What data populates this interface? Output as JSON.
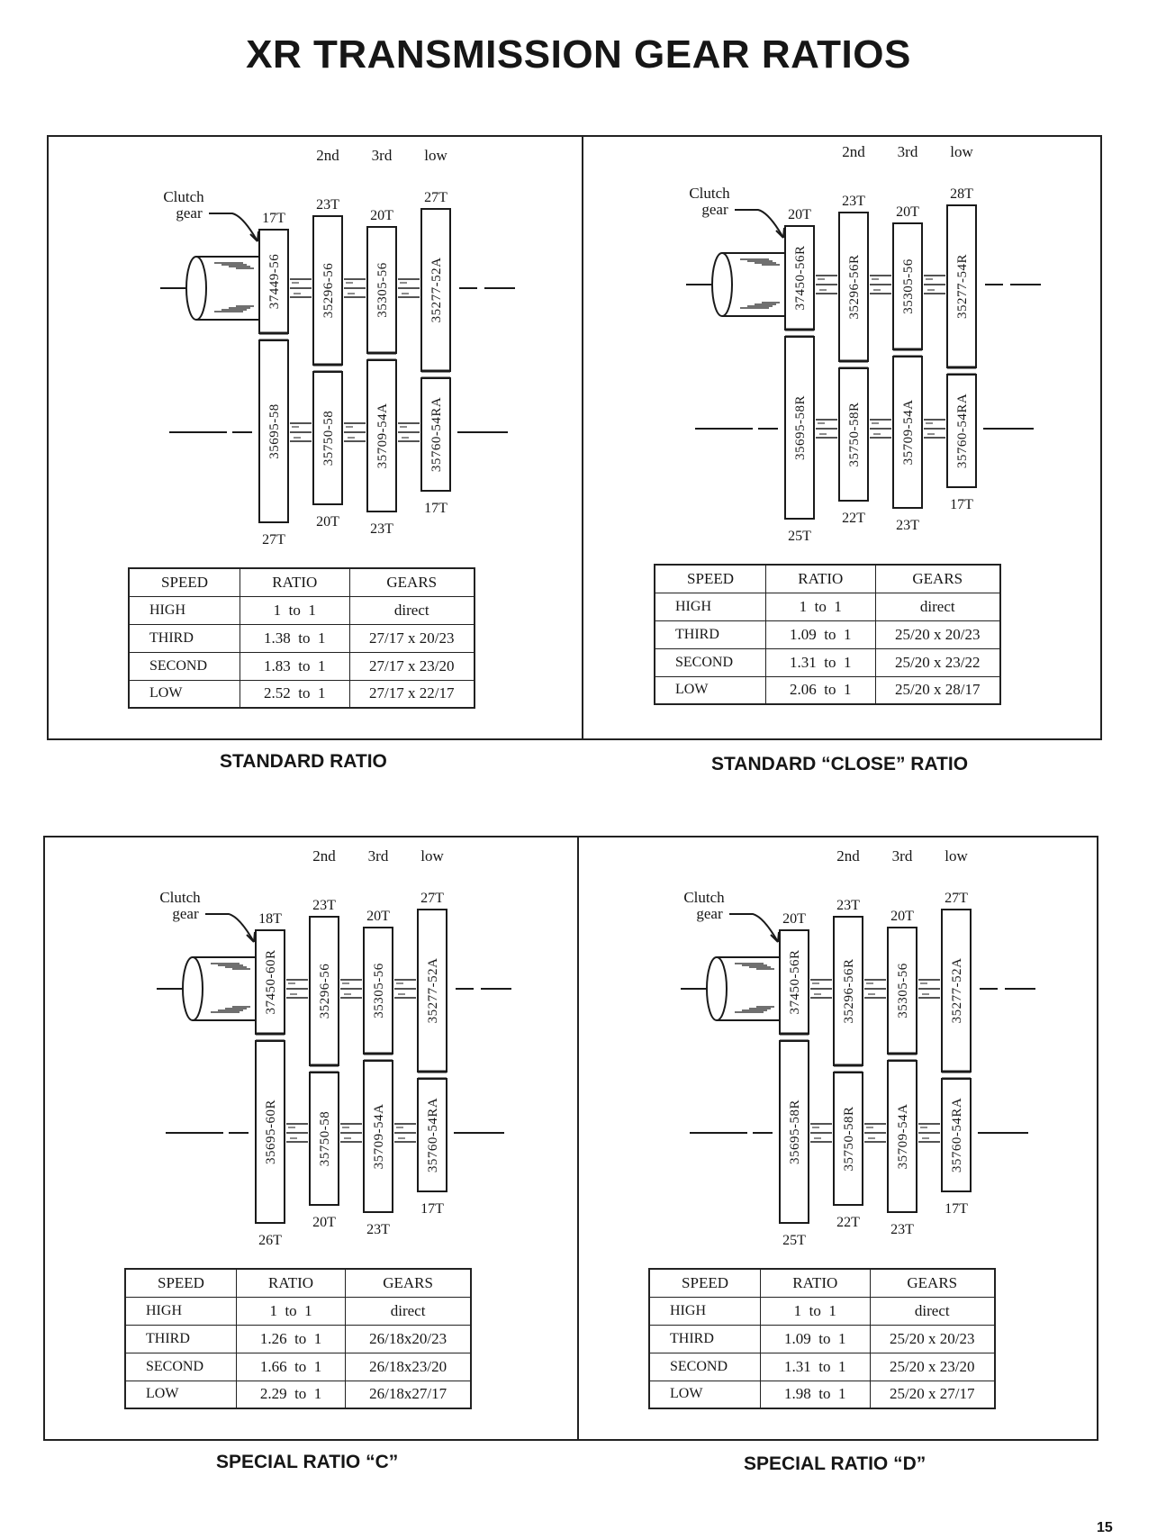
{
  "title": "XR TRANSMISSION GEAR RATIOS",
  "page_number": "15",
  "column_headers": {
    "speed": "SPEED",
    "ratio": "RATIO",
    "gears": "GEARS"
  },
  "panels": [
    {
      "caption": "STANDARD RATIO",
      "clutch_label": "Clutch",
      "gear_label": "gear",
      "gear_names": [
        "2nd",
        "3rd",
        "low"
      ],
      "top_teeth": [
        "17T",
        "23T",
        "20T",
        "27T"
      ],
      "bottom_teeth": [
        "27T",
        "20T",
        "23T",
        "17T"
      ],
      "top_parts": [
        "37449-56",
        "35296-56",
        "35305-56",
        "35277-52A"
      ],
      "bottom_parts": [
        "35695-58",
        "35750-58",
        "35709-54A",
        "35760-54RA"
      ],
      "rows": [
        {
          "speed": "HIGH",
          "ratio": "1  to  1",
          "gears": "direct"
        },
        {
          "speed": "THIRD",
          "ratio": "1.38  to  1",
          "gears": "27/17 x 20/23"
        },
        {
          "speed": "SECOND",
          "ratio": "1.83  to  1",
          "gears": "27/17 x 23/20"
        },
        {
          "speed": "LOW",
          "ratio": "2.52  to  1",
          "gears": "27/17 x 22/17"
        }
      ]
    },
    {
      "caption": "STANDARD “CLOSE” RATIO",
      "clutch_label": "Clutch",
      "gear_label": "gear",
      "gear_names": [
        "2nd",
        "3rd",
        "low"
      ],
      "top_teeth": [
        "20T",
        "23T",
        "20T",
        "28T"
      ],
      "bottom_teeth": [
        "25T",
        "22T",
        "23T",
        "17T"
      ],
      "top_parts": [
        "37450-56R",
        "35296-56R",
        "35305-56",
        "35277-54R"
      ],
      "bottom_parts": [
        "35695-58R",
        "35750-58R",
        "35709-54A",
        "35760-54RA"
      ],
      "rows": [
        {
          "speed": "HIGH",
          "ratio": "1  to  1",
          "gears": "direct"
        },
        {
          "speed": "THIRD",
          "ratio": "1.09  to  1",
          "gears": "25/20 x 20/23"
        },
        {
          "speed": "SECOND",
          "ratio": "1.31  to  1",
          "gears": "25/20 x 23/22"
        },
        {
          "speed": "LOW",
          "ratio": "2.06  to  1",
          "gears": "25/20 x 28/17"
        }
      ]
    },
    {
      "caption": "SPECIAL RATIO “C”",
      "clutch_label": "Clutch",
      "gear_label": "gear",
      "gear_names": [
        "2nd",
        "3rd",
        "low"
      ],
      "top_teeth": [
        "18T",
        "23T",
        "20T",
        "27T"
      ],
      "bottom_teeth": [
        "26T",
        "20T",
        "23T",
        "17T"
      ],
      "top_parts": [
        "37450-60R",
        "35296-56",
        "35305-56",
        "35277-52A"
      ],
      "bottom_parts": [
        "35695-60R",
        "35750-58",
        "35709-54A",
        "35760-54RA"
      ],
      "rows": [
        {
          "speed": "HIGH",
          "ratio": "1  to  1",
          "gears": "direct"
        },
        {
          "speed": "THIRD",
          "ratio": "1.26  to  1",
          "gears": "26/18x20/23"
        },
        {
          "speed": "SECOND",
          "ratio": "1.66  to  1",
          "gears": "26/18x23/20"
        },
        {
          "speed": "LOW",
          "ratio": "2.29  to  1",
          "gears": "26/18x27/17"
        }
      ]
    },
    {
      "caption": "SPECIAL RATIO “D”",
      "clutch_label": "Clutch",
      "gear_label": "gear",
      "gear_names": [
        "2nd",
        "3rd",
        "low"
      ],
      "top_teeth": [
        "20T",
        "23T",
        "20T",
        "27T"
      ],
      "bottom_teeth": [
        "25T",
        "22T",
        "23T",
        "17T"
      ],
      "top_parts": [
        "37450-56R",
        "35296-56R",
        "35305-56",
        "35277-52A"
      ],
      "bottom_parts": [
        "35695-58R",
        "35750-58R",
        "35709-54A",
        "35760-54RA"
      ],
      "rows": [
        {
          "speed": "HIGH",
          "ratio": "1  to  1",
          "gears": "direct"
        },
        {
          "speed": "THIRD",
          "ratio": "1.09  to  1",
          "gears": "25/20 x 20/23"
        },
        {
          "speed": "SECOND",
          "ratio": "1.31  to  1",
          "gears": "25/20 x 23/20"
        },
        {
          "speed": "LOW",
          "ratio": "1.98  to  1",
          "gears": "25/20 x 27/17"
        }
      ]
    }
  ]
}
